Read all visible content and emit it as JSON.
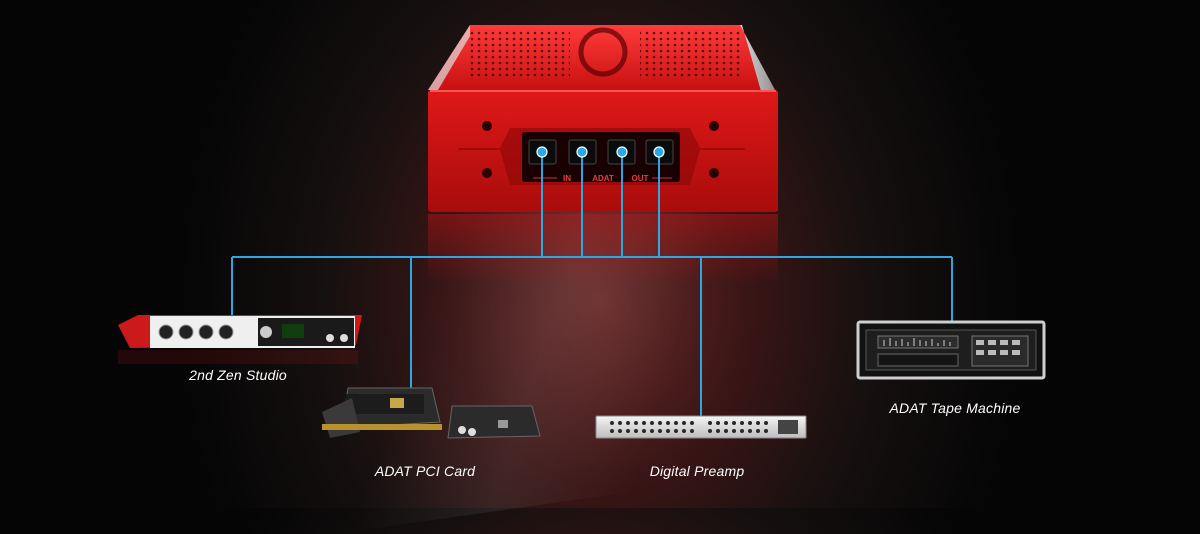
{
  "hub": {
    "port_labels": {
      "in": "IN",
      "adat": "ADAT",
      "out": "OUT"
    }
  },
  "devices": [
    {
      "id": "studio",
      "label": "2nd Zen Studio"
    },
    {
      "id": "pci",
      "label": "ADAT PCI Card"
    },
    {
      "id": "preamp",
      "label": "Digital Preamp"
    },
    {
      "id": "tape",
      "label": "ADAT Tape Machine"
    }
  ],
  "colors": {
    "cable": "#2aa8e6",
    "hub_red": "#d8191b",
    "background": "#0a0a0a"
  }
}
